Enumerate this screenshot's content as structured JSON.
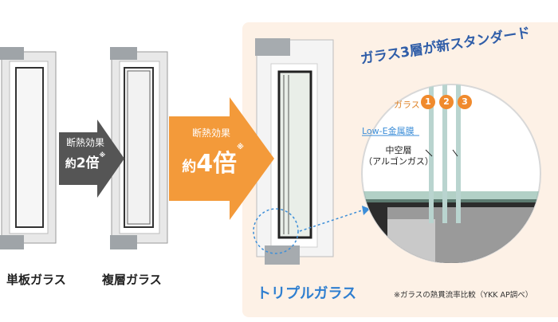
{
  "labels": {
    "single": "単板ガラス",
    "double": "複層ガラス",
    "triple": "トリプルガラス"
  },
  "arrow_gray": {
    "line1": "断熱効果",
    "prefix": "約",
    "value": "2倍",
    "mark": "※"
  },
  "arrow_orange": {
    "line1": "断熱効果",
    "prefix": "約",
    "value": "4倍",
    "mark": "※"
  },
  "circle": {
    "title": "ガラス3層が新スタンダード",
    "glass_label": "ガラス",
    "numbers": [
      "1",
      "2",
      "3"
    ],
    "lowe_label": "Low-E金属膜",
    "mid_line1": "中空層",
    "mid_line2": "（アルゴンガス）"
  },
  "footnote": "※ガラスの熱貫流率比較（YKK AP調べ）",
  "colors": {
    "accent_orange": "#f39a3a",
    "accent_blue": "#2f7fd0",
    "arrow_gray": "#555555",
    "panel_bg": "#fdf1e6"
  }
}
